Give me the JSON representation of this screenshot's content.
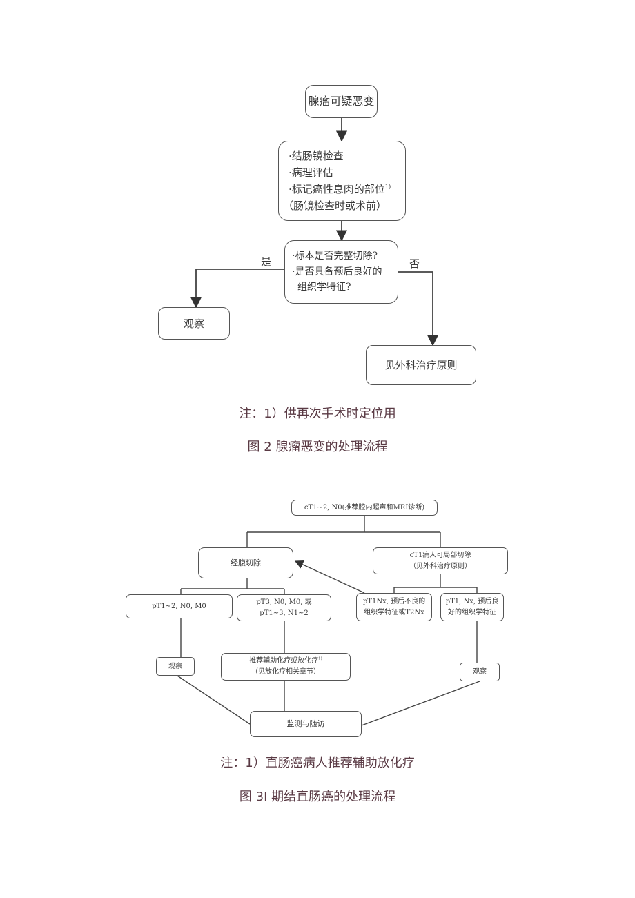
{
  "figure2": {
    "nodes": {
      "adenoma": "腺瘤可疑恶变",
      "exam_lines": [
        "·结肠镜检查",
        "·病理评估",
        "·标记癌性息肉的部位",
        "（肠镜检查时或术前）"
      ],
      "exam_sup": "1)",
      "question_lines": [
        "·标本是否完整切除?",
        "·是否具备预后良好的",
        "组织学特征?"
      ],
      "observe": "观察",
      "surgery": "见外科治疗原则"
    },
    "labels": {
      "yes": "是",
      "no": "否"
    },
    "note": "注：1）供再次手术时定位用",
    "caption": "图 2 腺瘤恶变的处理流程"
  },
  "figure3": {
    "nodes": {
      "top": "cT1~2, N0(推荐腔内超声和MRI诊断)",
      "transabdominal": "经腹切除",
      "local_lines": [
        "cT1病人可局部切除",
        "（见外科治疗原则）"
      ],
      "pt1_n0": "pT1~2, N0, M0",
      "pt3_lines": [
        "pT3, N0, M0, 或",
        "pT1~3, N1~2"
      ],
      "pt1nx_lines": [
        "pT1Nx, 预后不良的",
        "组织学特征或T2Nx"
      ],
      "pt1_good_lines": [
        "pT1, Nx, 预后良",
        "好的组织学特征"
      ],
      "observe_left": "观察",
      "adjuvant_lines": [
        "推荐辅助化疗或放化疗",
        "（见放化疗相关章节）"
      ],
      "adjuvant_sup": "1)",
      "observe_right": "观察",
      "monitor": "监测与随访"
    },
    "note": "注：1）直肠癌病人推荐辅助放化疗",
    "caption": "图 3I 期结直肠癌的处理流程"
  }
}
